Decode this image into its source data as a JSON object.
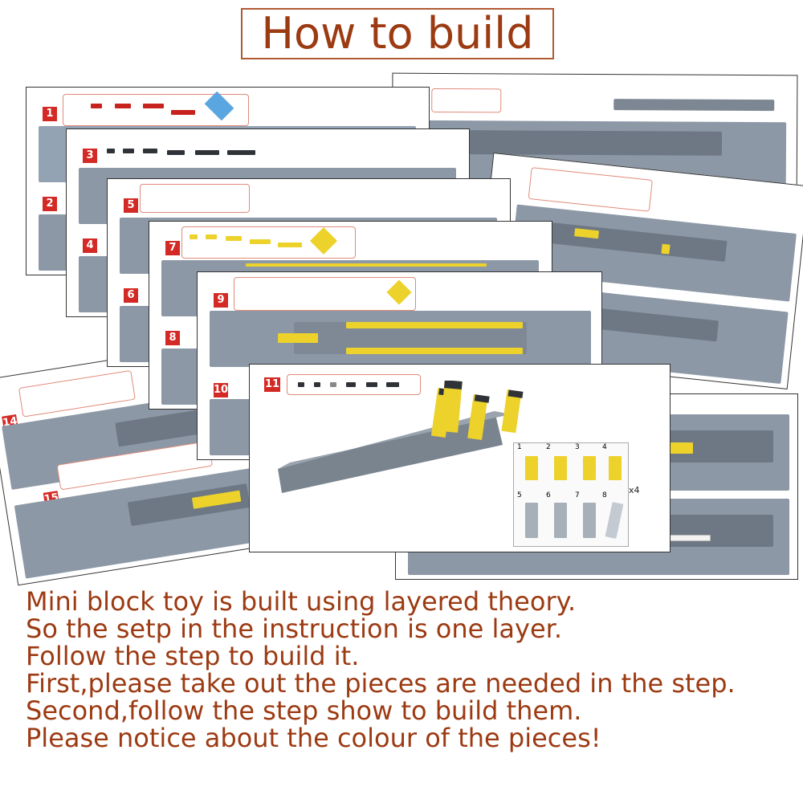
{
  "title": "How to build",
  "steps": [
    "1",
    "2",
    "3",
    "4",
    "5",
    "6",
    "7",
    "8",
    "9",
    "10",
    "11",
    "14",
    "15"
  ],
  "inset": {
    "labels": [
      "1",
      "2",
      "3",
      "4",
      "5",
      "6",
      "7",
      "8"
    ],
    "multiplier": "x4"
  },
  "instructions": [
    "Mini block toy is built using layered theory.",
    "So the setp in the instruction is one layer.",
    "Follow the step to build it.",
    "First,please take out the pieces are needed in the step.",
    "Second,follow the step show to build them.",
    "Please notice about the colour of the pieces!"
  ],
  "colors": {
    "title": "#9c3a12",
    "border": "#b05a32",
    "step_badge": "#d42a25",
    "brick_yellow": "#ecd22b",
    "baseplate": "#8c98a6"
  }
}
